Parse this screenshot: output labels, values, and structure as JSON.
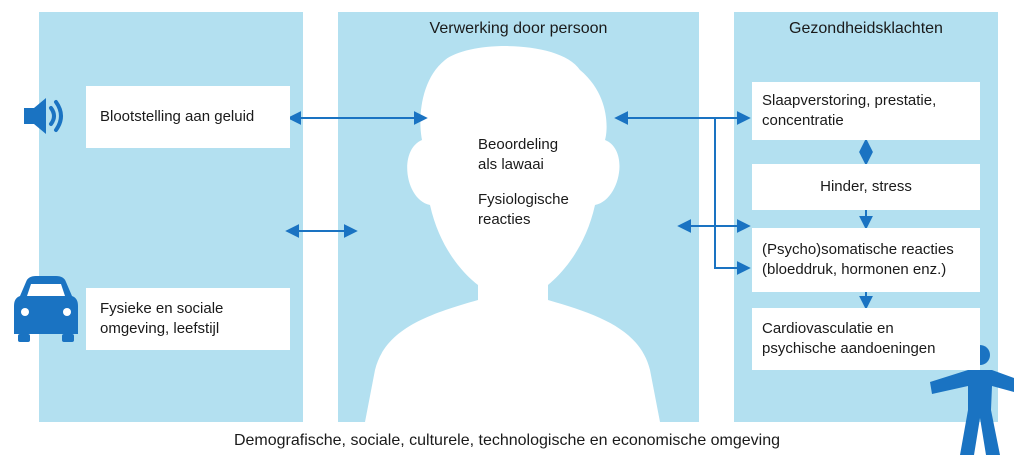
{
  "columns": {
    "left": {
      "box_exposure": "Blootstelling aan geluid",
      "box_environment_line1": "Fysieke en sociale",
      "box_environment_line2": "omgeving, leefstijl"
    },
    "middle": {
      "title": "Verwerking door persoon",
      "label_assessment_line1": "Beoordeling",
      "label_assessment_line2": "als lawaai",
      "label_physio_line1": "Fysiologische",
      "label_physio_line2": "reacties"
    },
    "right": {
      "title": "Gezondheidsklachten",
      "box_sleep_line1": "Slaapverstoring, prestatie,",
      "box_sleep_line2": "concentratie",
      "box_stress": "Hinder, stress",
      "box_somatic_line1": "(Psycho)somatische reacties",
      "box_somatic_line2": "(bloeddruk, hormonen enz.)",
      "box_cardio_line1": "Cardiovasculatie en",
      "box_cardio_line2": "psychische aandoeningen"
    }
  },
  "footer": "Demografische, sociale, culturele, technologische en economische omgeving",
  "icons": [
    "speaker-icon",
    "car-icon",
    "person-icon"
  ],
  "colors": {
    "panel": "#b3e0f0",
    "accent": "#1a73c2",
    "box": "#ffffff"
  }
}
